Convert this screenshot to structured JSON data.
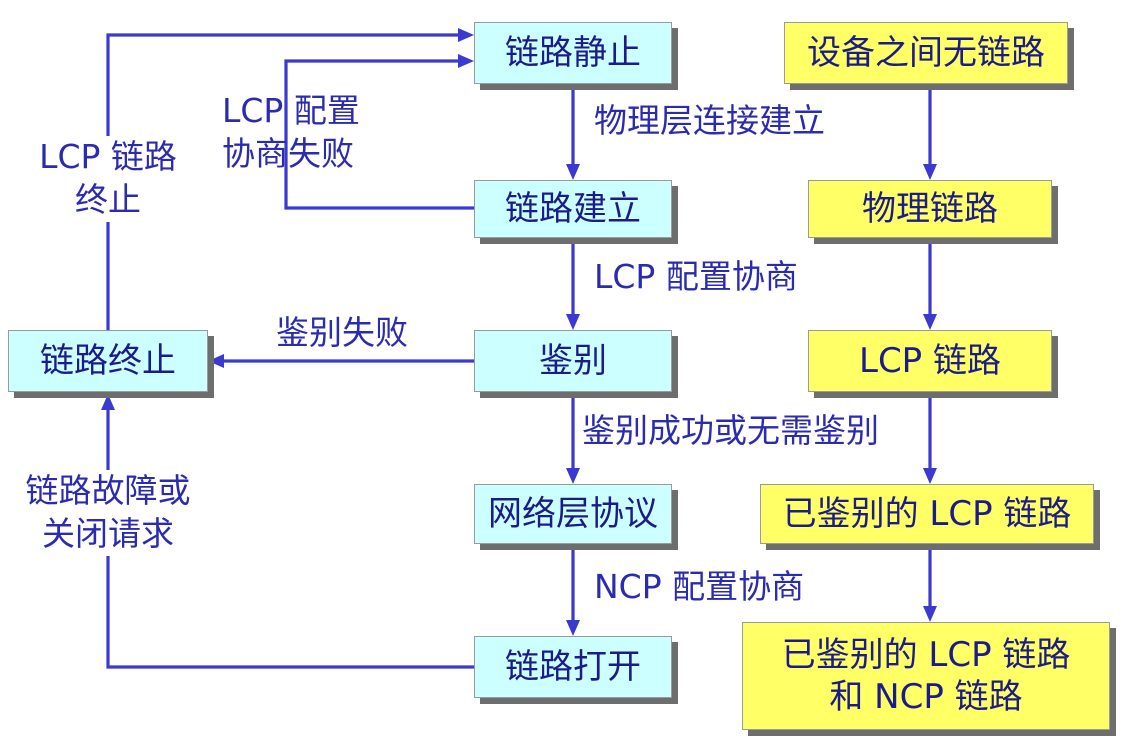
{
  "states": {
    "dead": "链路静止",
    "establish": "链路建立",
    "authenticate": "鉴别",
    "network": "网络层协议",
    "open": "链路打开",
    "terminate": "链路终止"
  },
  "transitions": {
    "physical_up": "物理层连接建立",
    "lcp_negotiate": "LCP 配置协商",
    "auth_ok_line1": "鉴别成功或无需鉴别",
    "ncp_negotiate": "NCP 配置协商",
    "auth_fail": "鉴别失败",
    "lcp_fail_line1": "LCP 配置",
    "lcp_fail_line2": "协商失败",
    "lcp_term_line1": "LCP 链路",
    "lcp_term_line2": "终止",
    "fault_line1": "链路故障或",
    "fault_line2": "关闭请求"
  },
  "link_status": {
    "no_link": "设备之间无链路",
    "physical": "物理链路",
    "lcp": "LCP 链路",
    "auth_lcp": "已鉴别的 LCP 链路",
    "auth_lcp_ncp_line1": "已鉴别的 LCP 链路",
    "auth_lcp_ncp_line2": "和 NCP 链路"
  },
  "colors": {
    "state_fill": "#ccffff",
    "status_fill": "#ffff66",
    "arrow": "#3a3ad0",
    "text": "#1b1b8a"
  }
}
